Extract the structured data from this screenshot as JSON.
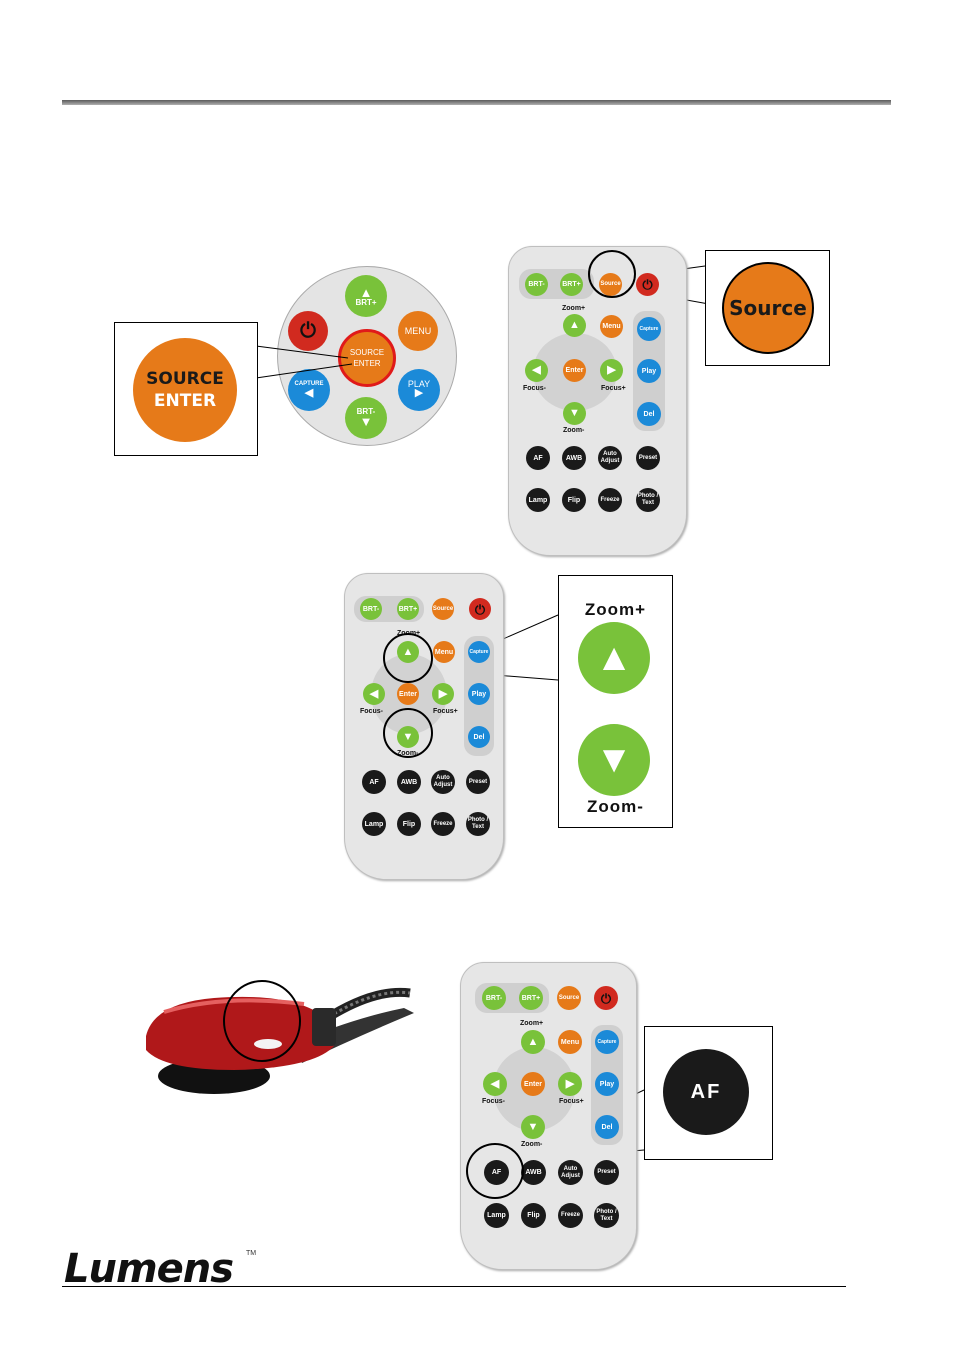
{
  "circle_pad": {
    "source_enter_line1": "SOURCE",
    "source_enter_line2": "ENTER",
    "brt_plus": "BRT+",
    "brt_minus": "BRT-",
    "menu": "MENU",
    "capture": "CAPTURE",
    "play": "PLAY"
  },
  "callout_source_enter": {
    "line1": "SOURCE",
    "line2": "ENTER"
  },
  "callout_source": {
    "label": "Source"
  },
  "callout_zoom": {
    "zoom_plus": "Zoom+",
    "zoom_minus": "Zoom-"
  },
  "callout_af": {
    "label": "AF"
  },
  "remote": {
    "brt_minus": "BRT-",
    "brt_plus": "BRT+",
    "source": "Source",
    "zoom_plus": "Zoom+",
    "menu": "Menu",
    "capture": "Capture",
    "enter": "Enter",
    "focus_minus": "Focus-",
    "focus_plus": "Focus+",
    "play": "Play",
    "zoom_minus": "Zoom-",
    "del": "Del",
    "af": "AF",
    "awb": "AWB",
    "auto_adjust": "Auto Adjust",
    "preset": "Preset",
    "lamp": "Lamp",
    "flip": "Flip",
    "freeze": "Freeze",
    "photo_text": "Photo / Text"
  },
  "footer": {
    "logo": "Lumens",
    "trademark": "TM"
  },
  "colors": {
    "green": "#79c23a",
    "orange": "#e67a19",
    "blue": "#1b8ad8",
    "black": "#1a1a1a",
    "red": "#d12a1f"
  }
}
